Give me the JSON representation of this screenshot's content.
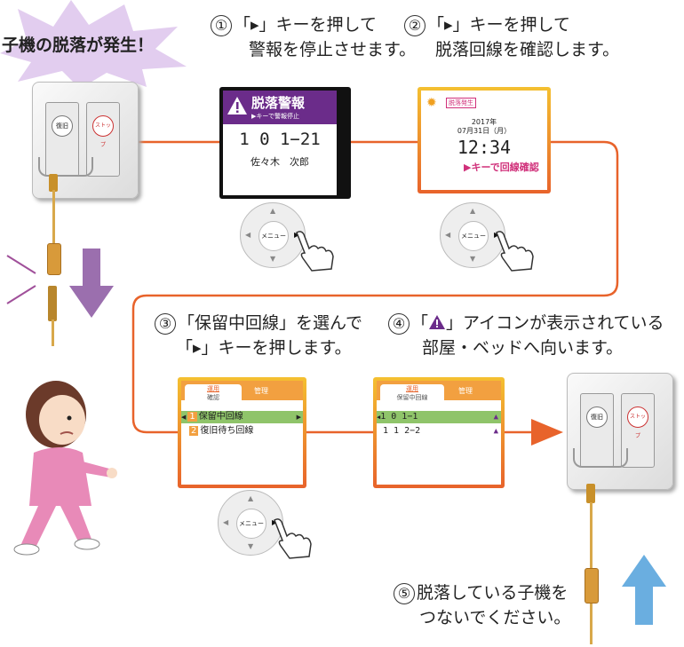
{
  "alert": {
    "text": "子機の脱落が発生！"
  },
  "steps": {
    "s1": {
      "num": "①",
      "line1": "「▸」キーを押して",
      "line2": "警報を停止させます。"
    },
    "s2": {
      "num": "②",
      "line1": "「▸」キーを押して",
      "line2": "脱落回線を確認します。"
    },
    "s3": {
      "num": "③",
      "line1": "「保留中回線」を選んで",
      "line2": "「▸」キーを押します。"
    },
    "s4": {
      "num": "④",
      "line1_pre": "「",
      "line1_post": "」アイコンが表示されている",
      "line2": "部屋・ベッドへ向います。"
    },
    "s5": {
      "num": "⑤",
      "line1": "脱落している子機を",
      "line2": "つないでください。"
    }
  },
  "screen1": {
    "title": "脱落警報",
    "subtitle": "▶キーで警報停止",
    "number": "1 0 1−21",
    "name": "佐々木　次郎"
  },
  "screen2": {
    "badge": "脱落発生",
    "year": "2017年",
    "date": "07月31日（月）",
    "time": "12:34",
    "hint": "▶キーで回線確認"
  },
  "screen3": {
    "tab_active": "運用",
    "tab_sub": "確認",
    "tab_other": "管理",
    "rows": [
      {
        "n": "1",
        "label": "保留中回線"
      },
      {
        "n": "2",
        "label": "復旧待ち回線"
      }
    ]
  },
  "screen4": {
    "tab_active": "運用",
    "tab_sub": "保留中回線",
    "tab_other": "管理",
    "rows": [
      {
        "label": "1 0 1−1"
      },
      {
        "label": "1 1 2−2"
      }
    ]
  },
  "keypad": {
    "center": "メニュー"
  },
  "device": {
    "btn1": "復旧",
    "btn2": "ストップ"
  },
  "colors": {
    "flow": "#e8632b",
    "arrow_down": "#9b6fae",
    "arrow_up": "#6aaee0",
    "alert_purple": "#6b2c8a",
    "burst": "#d9c3e8"
  }
}
